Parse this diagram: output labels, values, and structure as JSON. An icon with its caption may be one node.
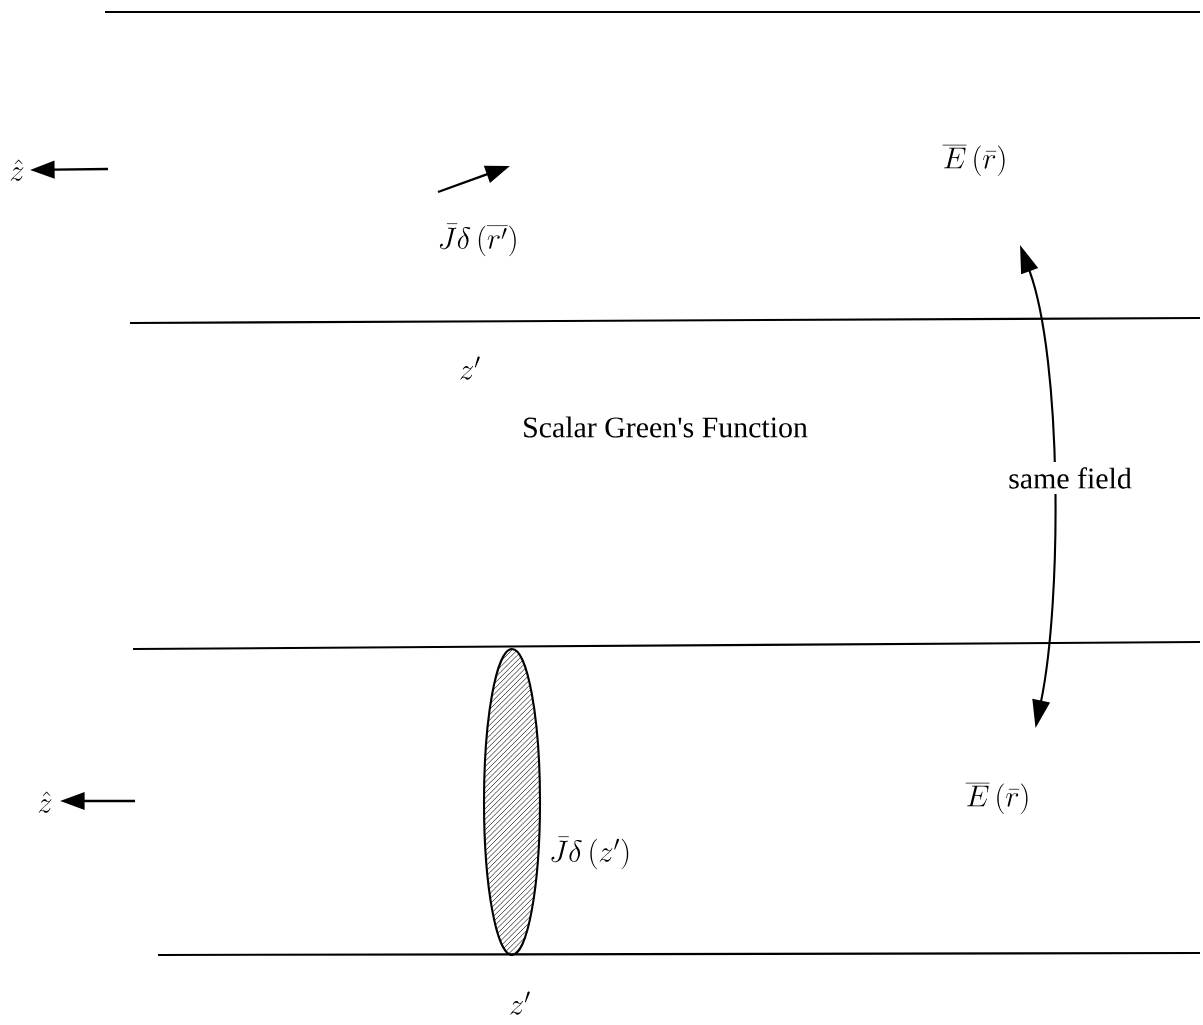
{
  "diagram": {
    "nodes": [
      {
        "text": [
          "\\overline{E}\\,(\\bar{r})"
        ]
      },
      {
        "text": [
          "\\overline{E}\\,(\\bar{r})"
        ]
      }
    ],
    "edges": [
      {
        "from": 0,
        "to": 1,
        "arrow": "both",
        "label": "same field"
      }
    ],
    "labels": [
      "\\hat{z}",
      "\\bar{J}\\delta\\,(\\overline{r'})",
      "z'",
      "Scalar Green's Function",
      "\\hat{z}",
      "\\bar{J}\\delta\\,(z')",
      "z'"
    ]
  }
}
